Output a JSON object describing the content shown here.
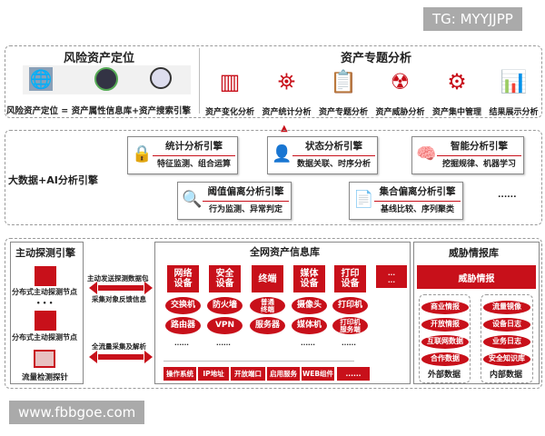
{
  "watermark_top": "TG: MYYJJPP",
  "watermark_bottom": "www.fbbgoe.com",
  "risk": {
    "title": "风险资产定位",
    "formula": "风险资产定位 = 资产属性信息库+资产搜索引擎"
  },
  "topics": {
    "title": "资产专题分析",
    "items": [
      "资产变化分析",
      "资产统计分析",
      "资产专题分析",
      "资产威胁分析",
      "资产集中管理",
      "结果展示分析"
    ]
  },
  "ai": {
    "label": "大数据+AI分析引擎",
    "engines": [
      {
        "title": "统计分析引擎",
        "sub": "特征监测、组合运算",
        "icon": "shield-lock-icon"
      },
      {
        "title": "状态分析引擎",
        "sub": "数据关联、时序分析",
        "icon": "shield-user-icon"
      },
      {
        "title": "智能分析引擎",
        "sub": "挖掘规律、机器学习",
        "icon": "brain-head-icon"
      },
      {
        "title": "阈值偏离分析引擎",
        "sub": "行为监测、异常判定",
        "icon": "magnifier-chart-icon"
      },
      {
        "title": "集合偏离分析引擎",
        "sub": "基线比较、序列聚类",
        "icon": "document-user-icon"
      }
    ],
    "more": "......"
  },
  "probe": {
    "title": "主动探测引擎",
    "node": "分布式主动探测节点",
    "dots": "• • •",
    "probe": "流量检测探针"
  },
  "arrows": {
    "a1_top": "主动发送探测数据包",
    "a1_bottom": "采集对象反馈信息",
    "a2_top": "全流量采集及解析"
  },
  "assets": {
    "title": "全网资产信息库",
    "categories": [
      {
        "name": "网络\n设备",
        "items": [
          "交换机",
          "路由器"
        ]
      },
      {
        "name": "安全\n设备",
        "items": [
          "防火墙",
          "VPN"
        ]
      },
      {
        "name": "终端",
        "items": [
          "普通\n终端",
          "服务器"
        ]
      },
      {
        "name": "媒体\n设备",
        "items": [
          "摄像头",
          "媒体机"
        ]
      },
      {
        "name": "打印\n设备",
        "items": [
          "打印机",
          "打印机\n服务端"
        ]
      }
    ],
    "more_cat": "...\n...",
    "dots": "......",
    "attributes": [
      "操作系统",
      "IP地址",
      "开放端口",
      "启用服务",
      "WEB组件",
      "......"
    ]
  },
  "threat": {
    "title": "威胁情报库",
    "bar": "威胁情报",
    "external": {
      "label": "外部数据",
      "items": [
        "商业情报",
        "开放情报",
        "互联网数据",
        "合作数据"
      ]
    },
    "internal": {
      "label": "内部数据",
      "items": [
        "流量镜像",
        "设备日志",
        "业务日志",
        "安全知识库"
      ]
    }
  }
}
